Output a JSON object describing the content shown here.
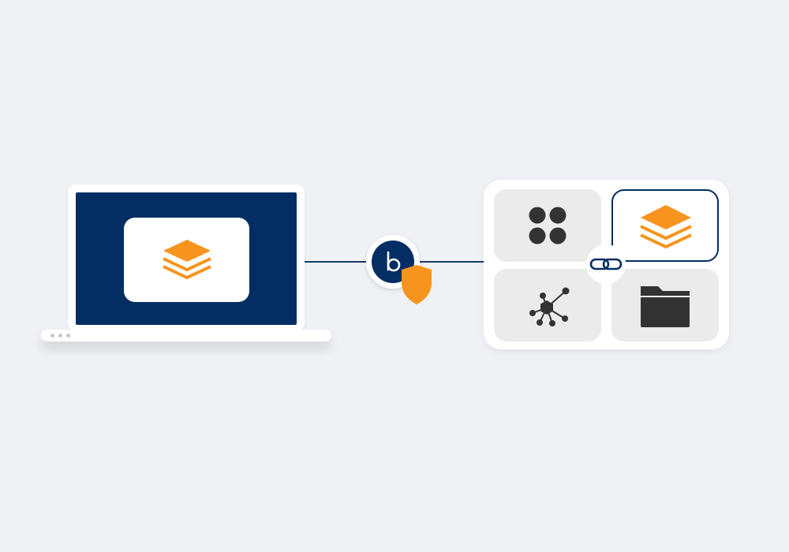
{
  "nodes": {
    "client": {
      "icon": "laptop-icon",
      "screen_icon": "layers-icon"
    },
    "gateway": {
      "icon": "b-logo-icon",
      "badge_icon": "shield-icon"
    },
    "workspace": {
      "tiles": [
        {
          "icon": "apps-grid-icon",
          "selected": false
        },
        {
          "icon": "layers-icon",
          "selected": true
        },
        {
          "icon": "network-hub-icon",
          "selected": false
        },
        {
          "icon": "folder-icon",
          "selected": false
        }
      ],
      "link_icon": "link-icon"
    }
  },
  "edges": [
    {
      "from": "client",
      "to": "gateway"
    },
    {
      "from": "gateway",
      "to": "workspace"
    }
  ],
  "colors": {
    "background": "#eff1f5",
    "navy": "#042e63",
    "orange": "#f7941d",
    "tile_gray": "#ebebeb",
    "icon_dark": "#333333"
  }
}
